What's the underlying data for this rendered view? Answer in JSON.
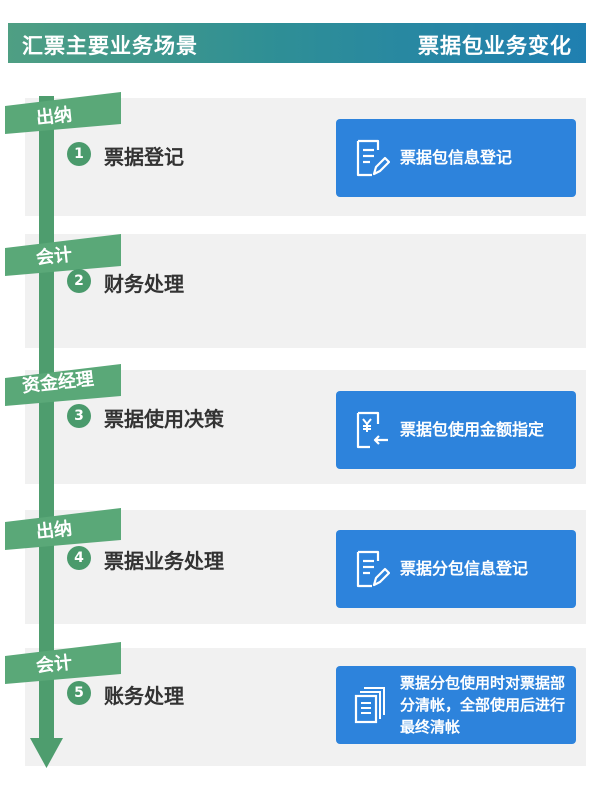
{
  "header": {
    "left_title": "汇票主要业务场景",
    "right_title": "票据包业务变化"
  },
  "steps": [
    {
      "role": "出纳",
      "number": "1",
      "label": "票据登记",
      "card_text": "票据包信息登记",
      "card_icon": "document-edit-icon"
    },
    {
      "role": "会计",
      "number": "2",
      "label": "财务处理",
      "card_text": "",
      "card_icon": ""
    },
    {
      "role": "资金经理",
      "number": "3",
      "label": "票据使用决策",
      "card_text": "票据包使用金额指定",
      "card_icon": "yuan-document-icon"
    },
    {
      "role": "出纳",
      "number": "4",
      "label": "票据业务处理",
      "card_text": "票据分包信息登记",
      "card_icon": "document-edit-icon"
    },
    {
      "role": "会计",
      "number": "5",
      "label": "账务处理",
      "card_text": "票据分包使用时对票据部分清帐，全部使用后进行最终清帐",
      "card_icon": "stacked-documents-icon"
    }
  ],
  "colors": {
    "green": "#4a9a6c",
    "ribbon_green": "#5aa878",
    "card_blue": "#2d83dc",
    "row_bg": "#f1f1f1"
  }
}
